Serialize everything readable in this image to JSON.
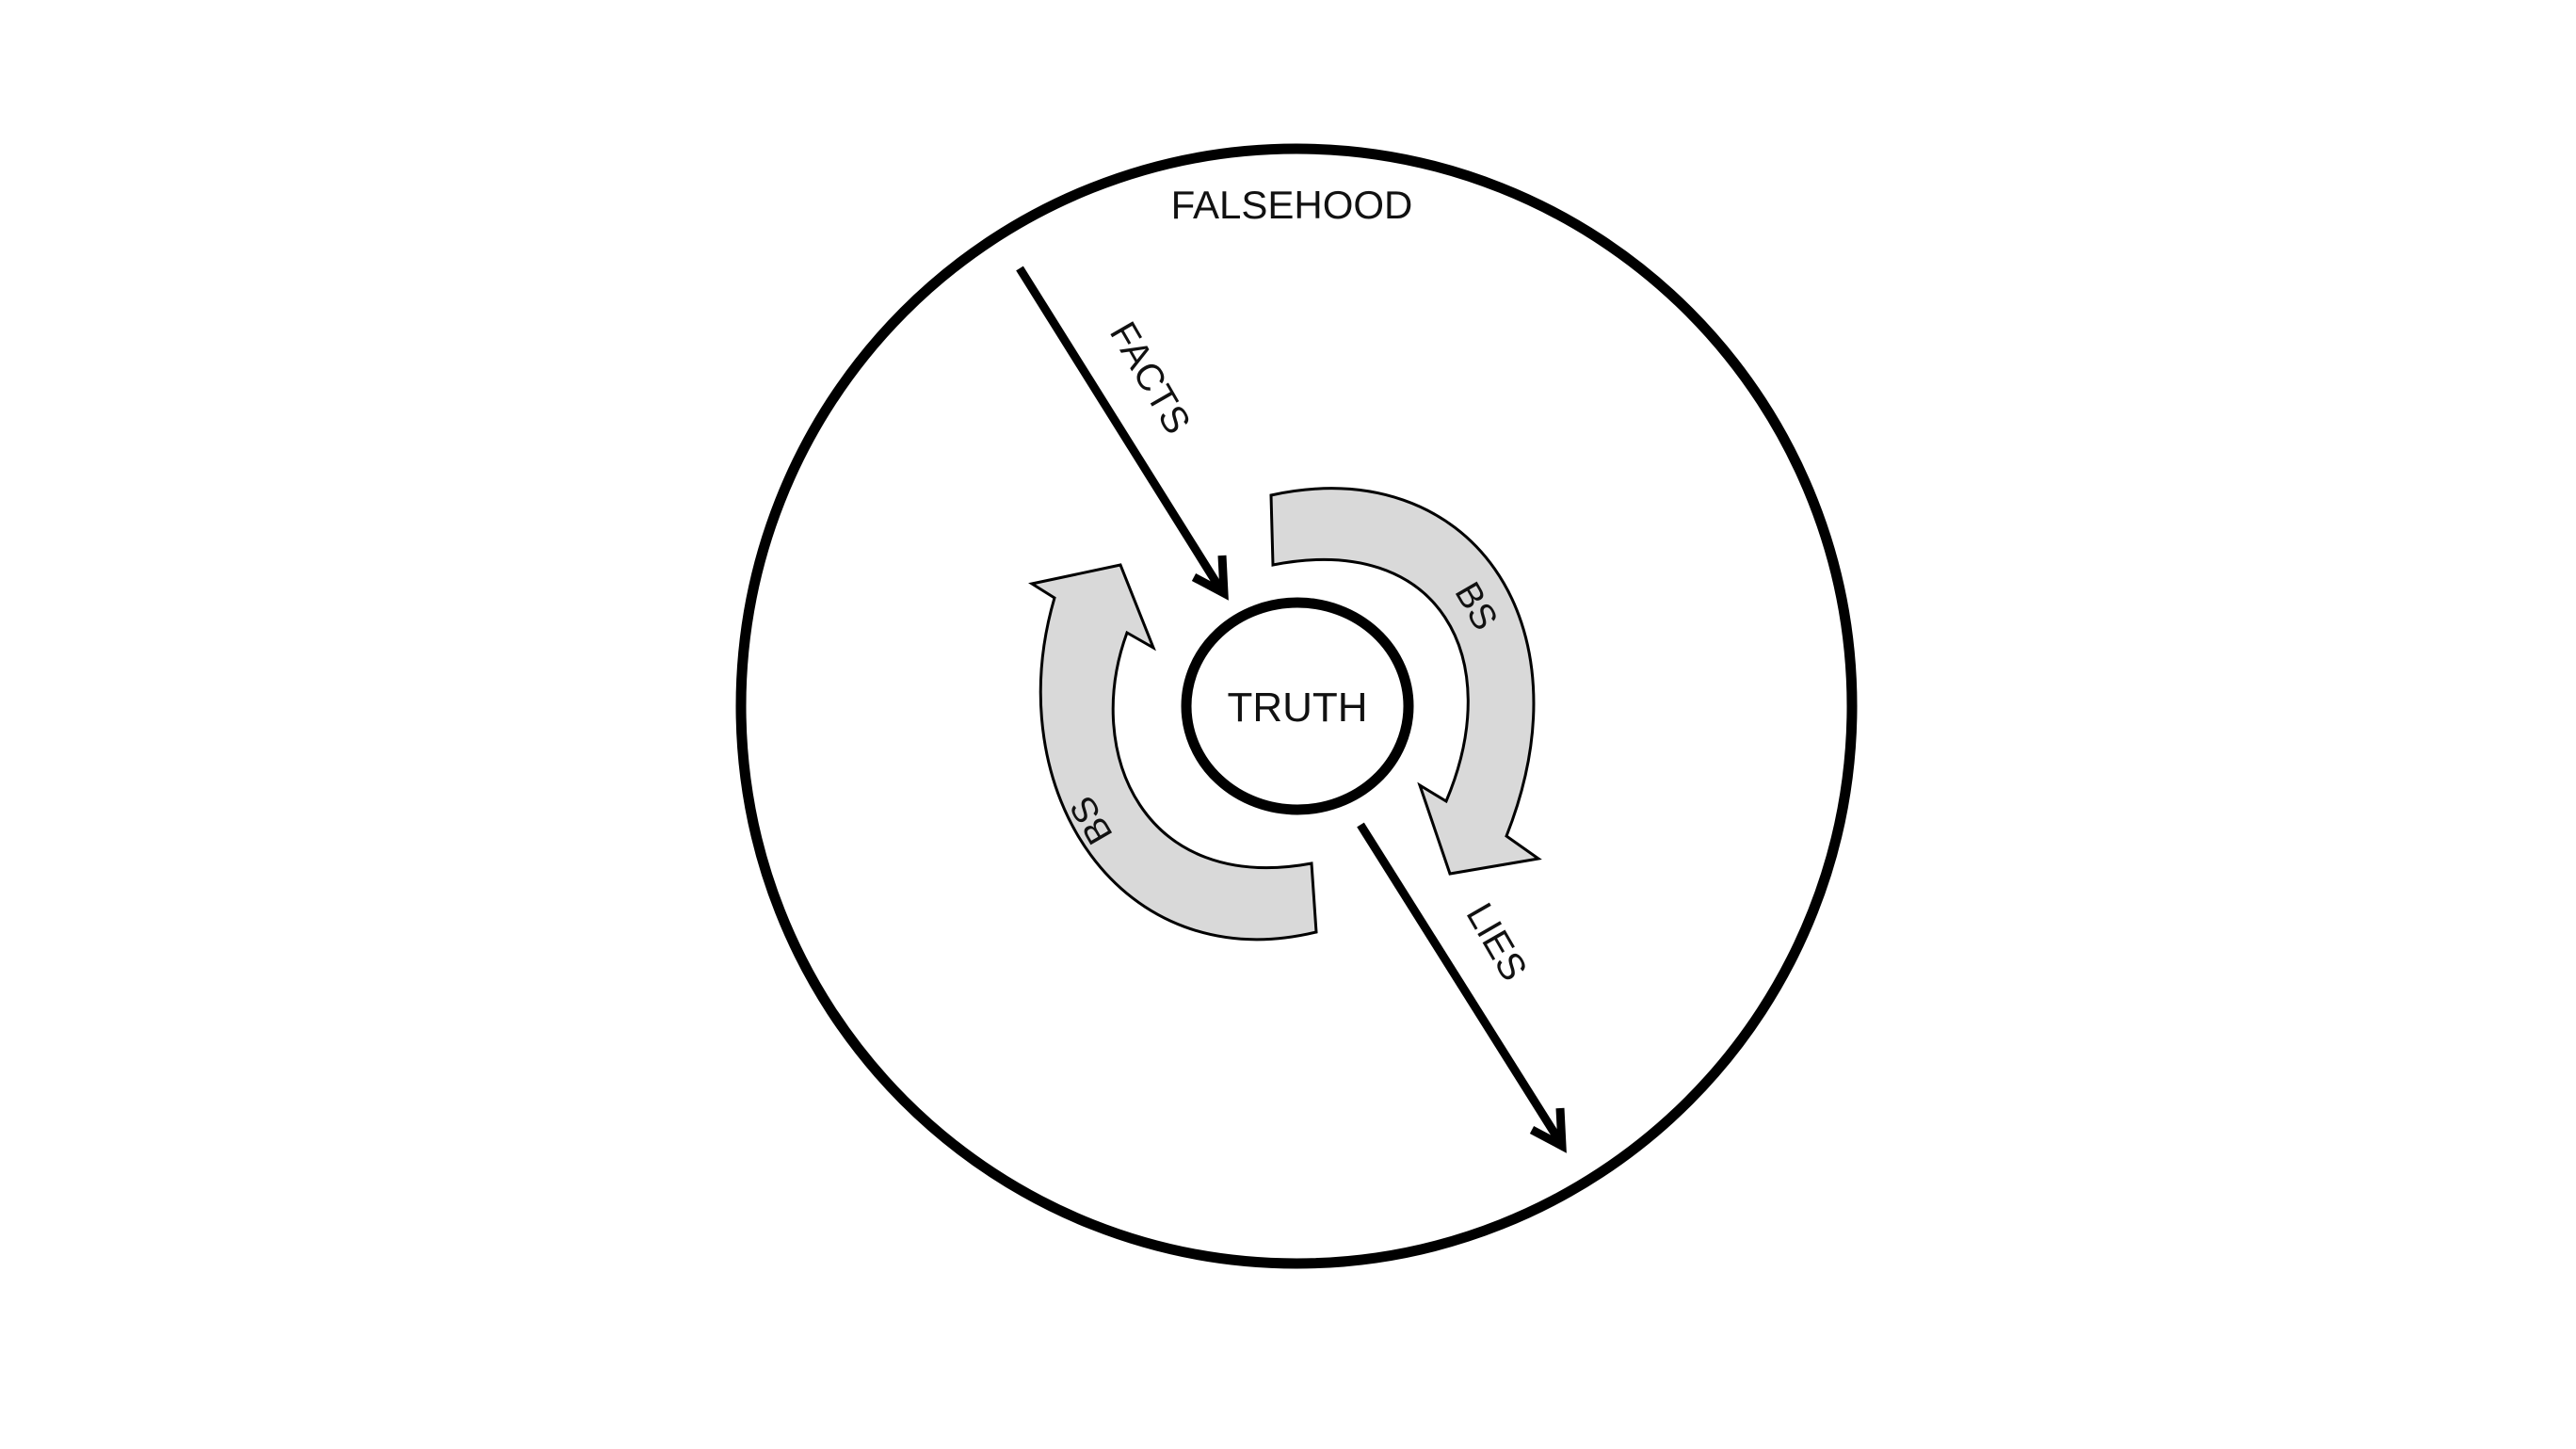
{
  "diagram": {
    "outer_label": "FALSEHOOD",
    "center_label": "TRUTH",
    "facts_label": "FACTS",
    "lies_label": "LIES",
    "bs_right_label": "BS",
    "bs_left_label": "BS"
  },
  "colors": {
    "stroke": "#000000",
    "bs_fill": "#d9d9d9",
    "text": "#111111",
    "background": "#ffffff"
  }
}
